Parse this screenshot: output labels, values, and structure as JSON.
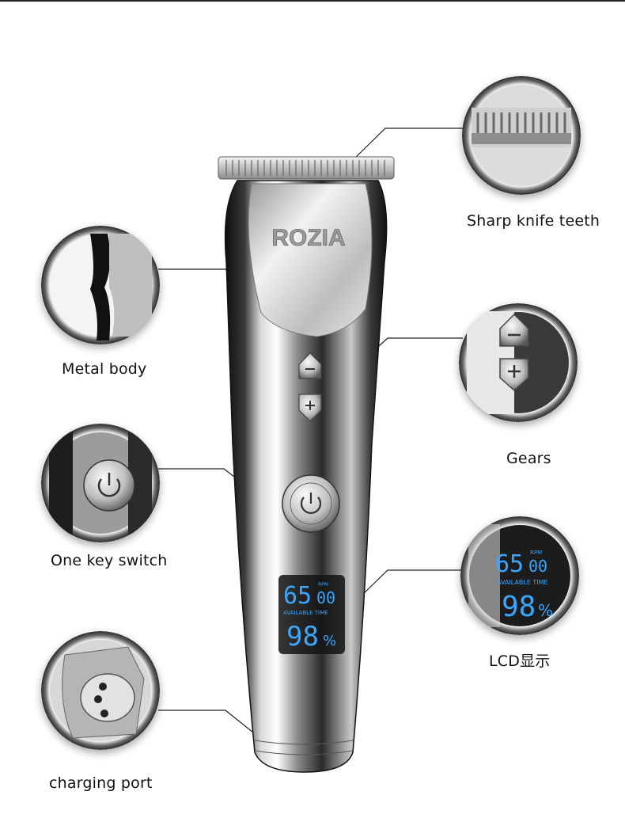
{
  "product": {
    "brand": "ROZIA",
    "lcd": {
      "rpm_digits": "65",
      "rpm_zeros": "00",
      "rpm_label": "RPM",
      "time_label": "AVAILABLE TIME",
      "battery": "98",
      "battery_unit": "%"
    }
  },
  "callouts": {
    "teeth": "Sharp knife teeth",
    "body": "Metal body",
    "gears": "Gears",
    "switch": "One key switch",
    "lcd": "LCD显示",
    "port": "charging port"
  },
  "colors": {
    "lcd_blue": "#3aa6ff",
    "chrome_dark": "#1a1a1a",
    "chrome_light": "#e8e8e8"
  }
}
